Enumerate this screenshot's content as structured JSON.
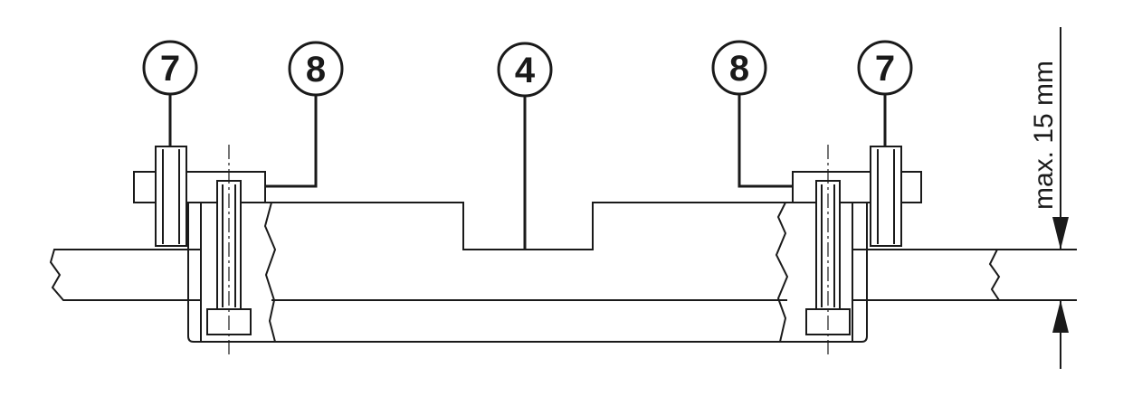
{
  "callouts": [
    {
      "id": "left-screw",
      "label": "7"
    },
    {
      "id": "left-clamp",
      "label": "8"
    },
    {
      "id": "center-part",
      "label": "4"
    },
    {
      "id": "right-clamp",
      "label": "8"
    },
    {
      "id": "right-screw",
      "label": "7"
    }
  ],
  "dimension": {
    "text": "max. 15 mm"
  },
  "colors": {
    "line": "#1a1a1a",
    "background": "#ffffff"
  }
}
